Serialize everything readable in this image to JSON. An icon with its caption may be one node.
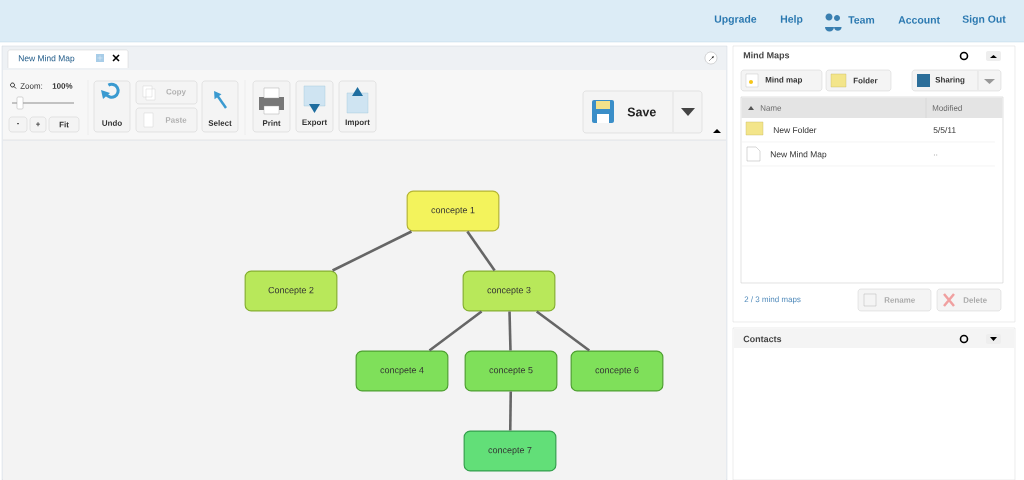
{
  "diagram": {
    "nodes": [
      {
        "text": [
          "concepte 1"
        ]
      },
      {
        "text": [
          "Concepte 2"
        ]
      },
      {
        "text": [
          "concepte 3"
        ]
      },
      {
        "text": [
          "concpete 4"
        ]
      },
      {
        "text": [
          "concepte 5"
        ]
      },
      {
        "text": [
          "concepte 6"
        ]
      },
      {
        "text": [
          "concepte 7"
        ]
      }
    ],
    "edges": [
      {
        "from": 0,
        "to": 1,
        "arrow": "none"
      },
      {
        "from": 0,
        "to": 2,
        "arrow": "none"
      },
      {
        "from": 2,
        "to": 3,
        "arrow": "none"
      },
      {
        "from": 2,
        "to": 4,
        "arrow": "none"
      },
      {
        "from": 2,
        "to": 5,
        "arrow": "none"
      },
      {
        "from": 4,
        "to": 6,
        "arrow": "none"
      }
    ],
    "labels": [
      "Upgrade",
      "Help",
      "Team",
      "Account",
      "Sign Out",
      "New Mind Map",
      "Zoom:",
      "100%",
      "-",
      "+",
      "Fit",
      "Undo",
      "Copy",
      "Paste",
      "Select",
      "Print",
      "Export",
      "Import",
      "Save",
      "Mind Maps",
      "Mind map",
      "Folder",
      "Sharing",
      "Name",
      "Modified",
      "New Folder",
      "5/5/11",
      "New Mind Map",
      "..",
      "2 / 3 mind maps",
      "Rename",
      "Delete",
      "Contacts"
    ]
  }
}
